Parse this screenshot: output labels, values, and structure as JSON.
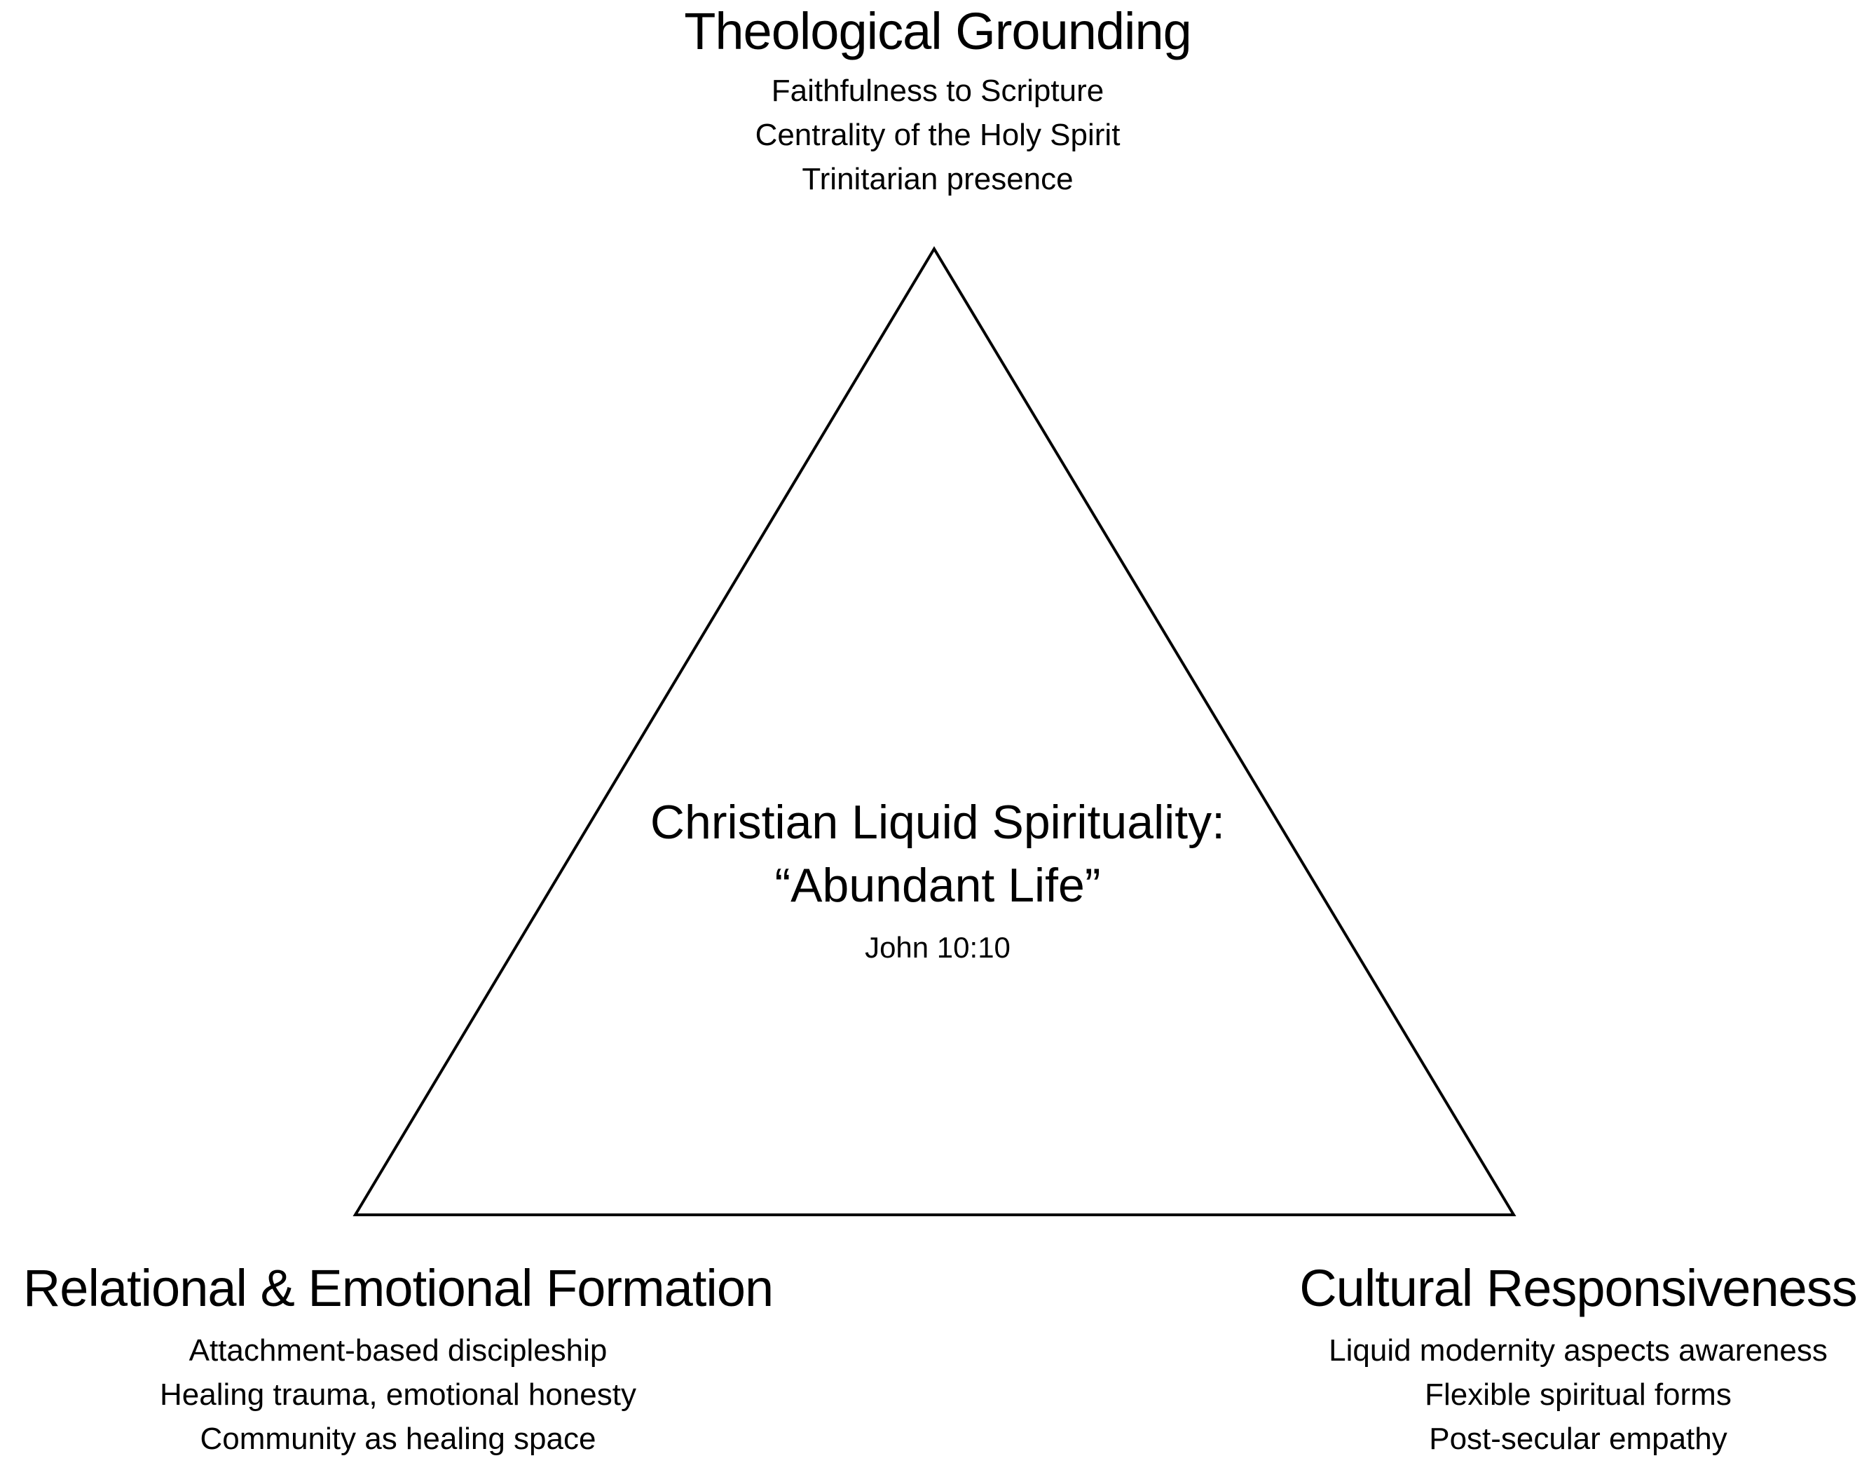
{
  "center": {
    "title_line1": "Christian Liquid Spirituality:",
    "title_line2": "“Abundant Life”",
    "reference": "John 10:10"
  },
  "vertices": {
    "top": {
      "heading": "Theological Grounding",
      "items": [
        "Faithfulness to Scripture",
        "Centrality of the Holy Spirit",
        "Trinitarian presence"
      ]
    },
    "bottom_left": {
      "heading": "Relational & Emotional Formation",
      "items": [
        "Attachment-based discipleship",
        "Healing trauma, emotional honesty",
        "Community as healing space"
      ]
    },
    "bottom_right": {
      "heading": "Cultural Responsiveness",
      "items": [
        "Liquid modernity aspects awareness",
        "Flexible spiritual forms",
        "Post-secular empathy"
      ]
    }
  },
  "colors": {
    "stroke": "#000000",
    "background": "#ffffff"
  }
}
